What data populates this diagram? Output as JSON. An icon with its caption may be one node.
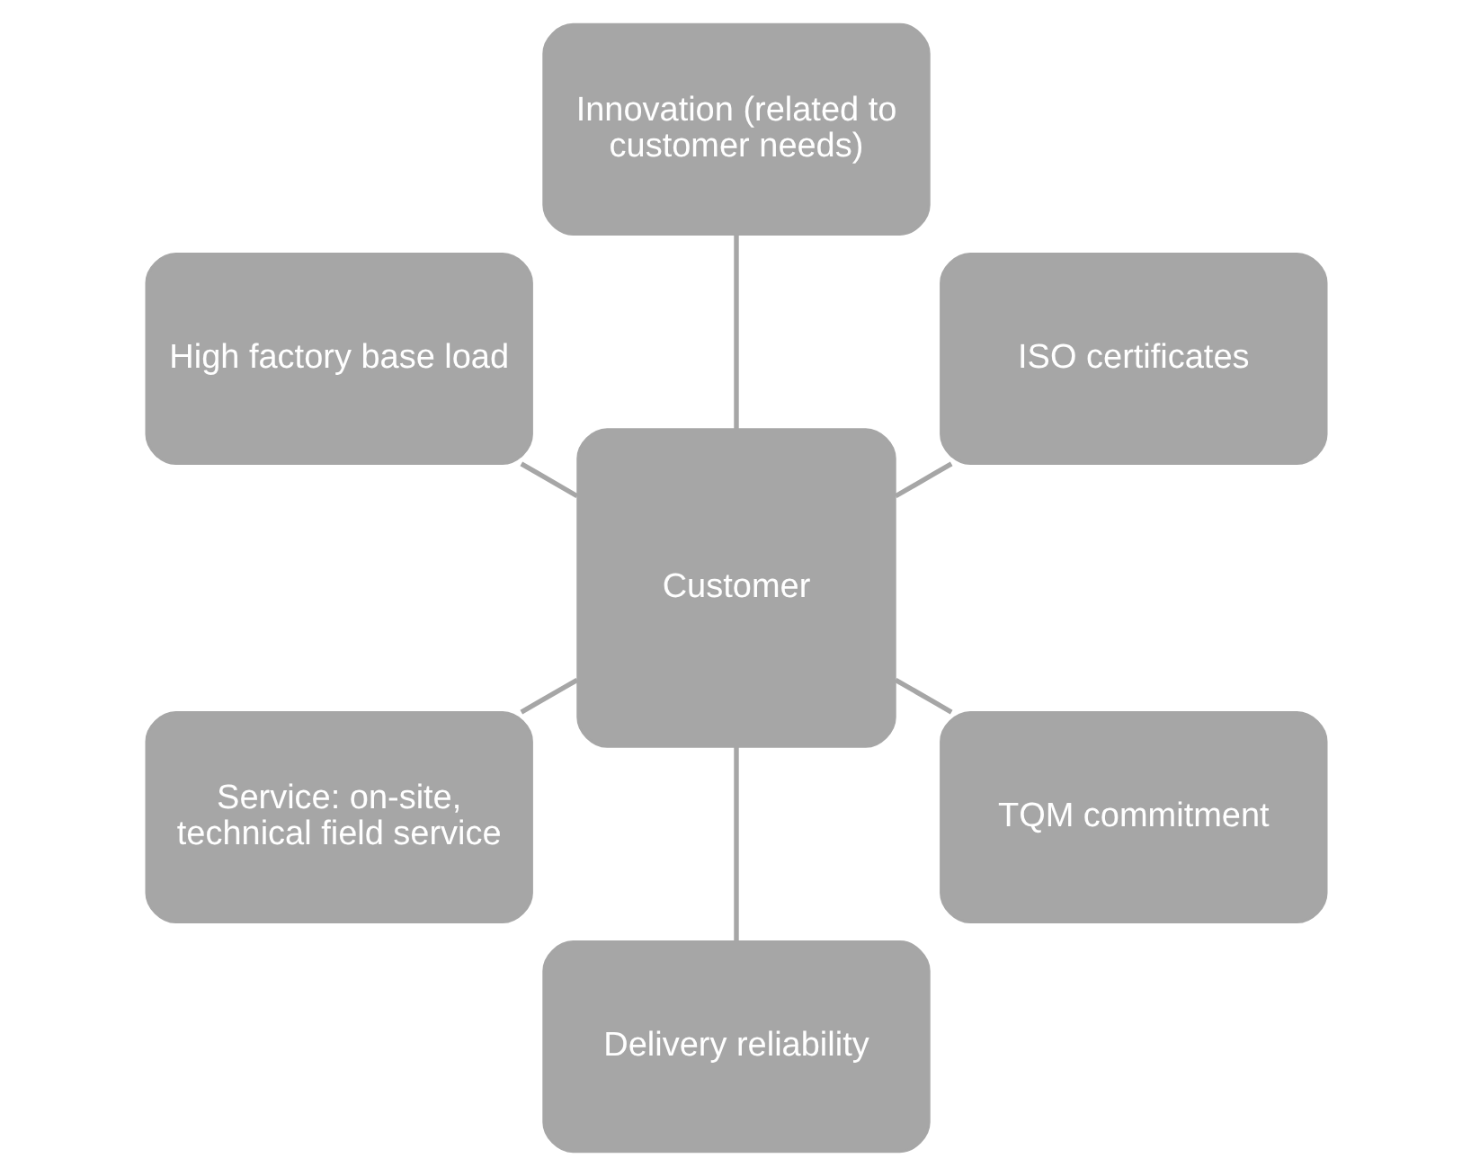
{
  "diagram": {
    "nodes": [
      {
        "text": [
          "ISO certificates"
        ]
      },
      {
        "text": [
          "Innovation (related to customer needs)"
        ]
      },
      {
        "text": [
          "High factory base load"
        ]
      },
      {
        "text": [
          "Customer"
        ]
      },
      {
        "text": [
          "Service: on-site, technical field service"
        ]
      },
      {
        "text": [
          "Delivery reliability"
        ]
      },
      {
        "text": [
          "TQM commitment"
        ]
      }
    ],
    "edges": [
      {
        "from": 3,
        "to": 0,
        "arrow": "none"
      },
      {
        "from": 3,
        "to": 2,
        "arrow": "none"
      },
      {
        "from": 3,
        "to": 5,
        "arrow": "none"
      },
      {
        "from": 3,
        "to": 6,
        "arrow": "none"
      },
      {
        "from": 3,
        "to": 4,
        "arrow": "none"
      },
      {
        "from": 3,
        "to": 1,
        "arrow": "none"
      }
    ]
  }
}
